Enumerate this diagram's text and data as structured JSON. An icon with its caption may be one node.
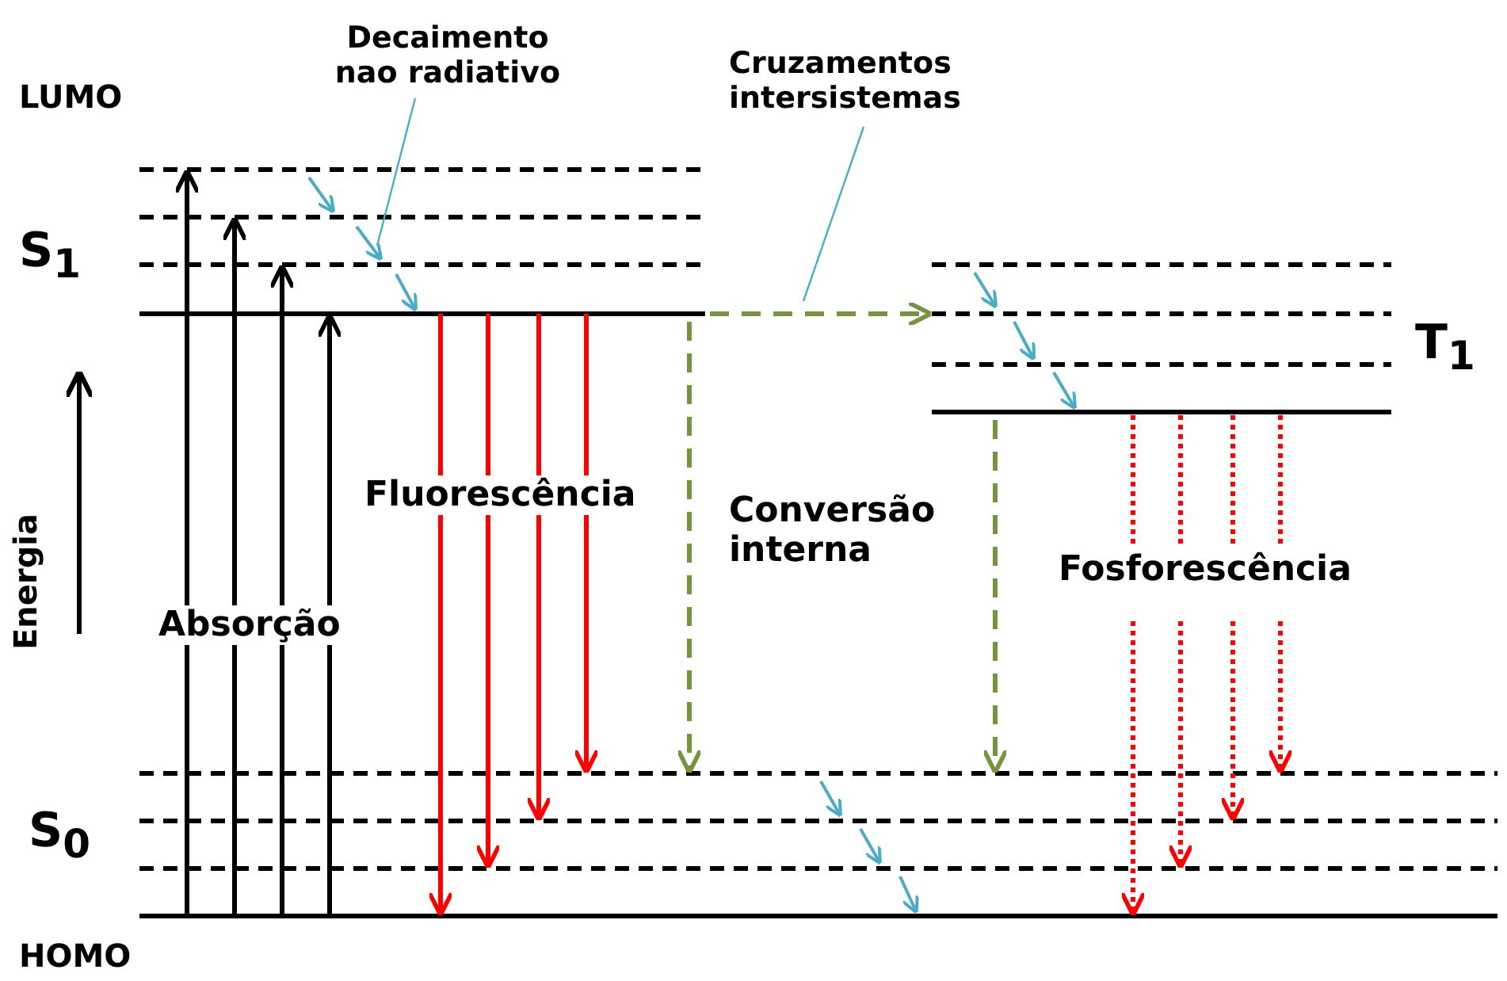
{
  "diagram": {
    "nodes": [
      {
        "text": [
          "Decaimento nao radiativo"
        ]
      },
      {
        "text": [
          "Cruzamentos intersistemas"
        ]
      }
    ],
    "edges": [
      {
        "from": 0,
        "to": null,
        "arrow": "none"
      },
      {
        "from": 1,
        "to": null,
        "arrow": "none"
      }
    ],
    "labels": [
      "LUMO",
      "S$_{1}$",
      "T$_{1}$",
      "Energia",
      "Absorção",
      "Fluorescência",
      "Conversão interna",
      "Fosforescência",
      "S$_{0}$",
      "HOMO"
    ]
  }
}
